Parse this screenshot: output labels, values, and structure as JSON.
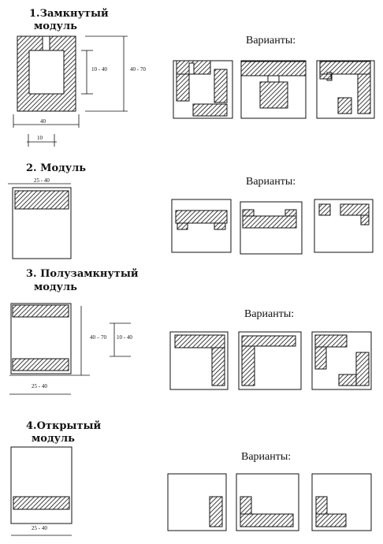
{
  "modules": [
    {
      "title_line1": "1.Замкнутый",
      "title_line2": "модуль",
      "variants_label": "Варианты:",
      "dims": {
        "outer_width": "40",
        "gap_width": "10",
        "inner_height": "10 - 40",
        "outer_height": "40 - 70"
      }
    },
    {
      "title_line1": "2. Модуль",
      "title_line2": "",
      "variants_label": "Варианты:",
      "dims": {
        "top_width": "25 - 40"
      }
    },
    {
      "title_line1": "3. Полузамкнутый",
      "title_line2": "модуль",
      "variants_label": "Варианты:",
      "dims": {
        "outer_height": "40 – 70",
        "inner_height": "10 - 40",
        "bottom_width": "25 - 40"
      }
    },
    {
      "title_line1": "4.Открытый",
      "title_line2": "модуль",
      "variants_label": "Варианты:",
      "dims": {
        "bottom_width": "25 - 40"
      }
    }
  ],
  "colors": {
    "ink": "#111111",
    "paper": "#ffffff"
  }
}
